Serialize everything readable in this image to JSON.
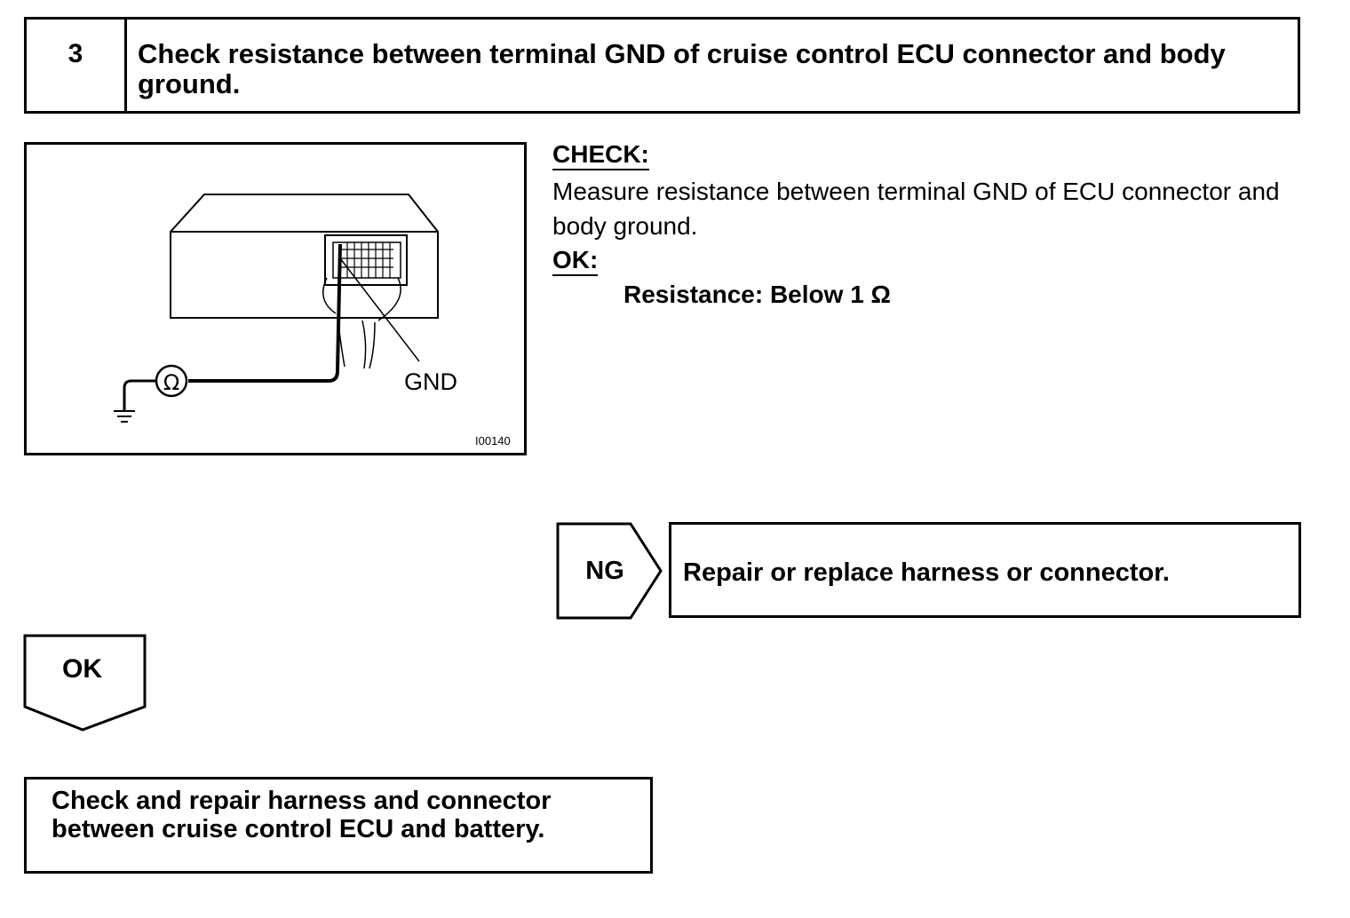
{
  "step": {
    "number": "3",
    "title": "Check resistance between terminal GND of cruise control ECU connector and body ground."
  },
  "diagram": {
    "gnd_label": "GND",
    "ohm_symbol": "Ω",
    "figure_code": "I00140"
  },
  "check": {
    "heading": "CHECK:",
    "text": "Measure resistance between terminal GND of ECU connector and body ground.",
    "ok_heading": "OK:",
    "spec": "Resistance: Below 1 Ω"
  },
  "ng_result": {
    "label": "NG",
    "action": "Repair or replace harness or connector."
  },
  "ok_result": {
    "label": "OK",
    "action": "Check and repair harness and connector between cruise control ECU and battery."
  }
}
